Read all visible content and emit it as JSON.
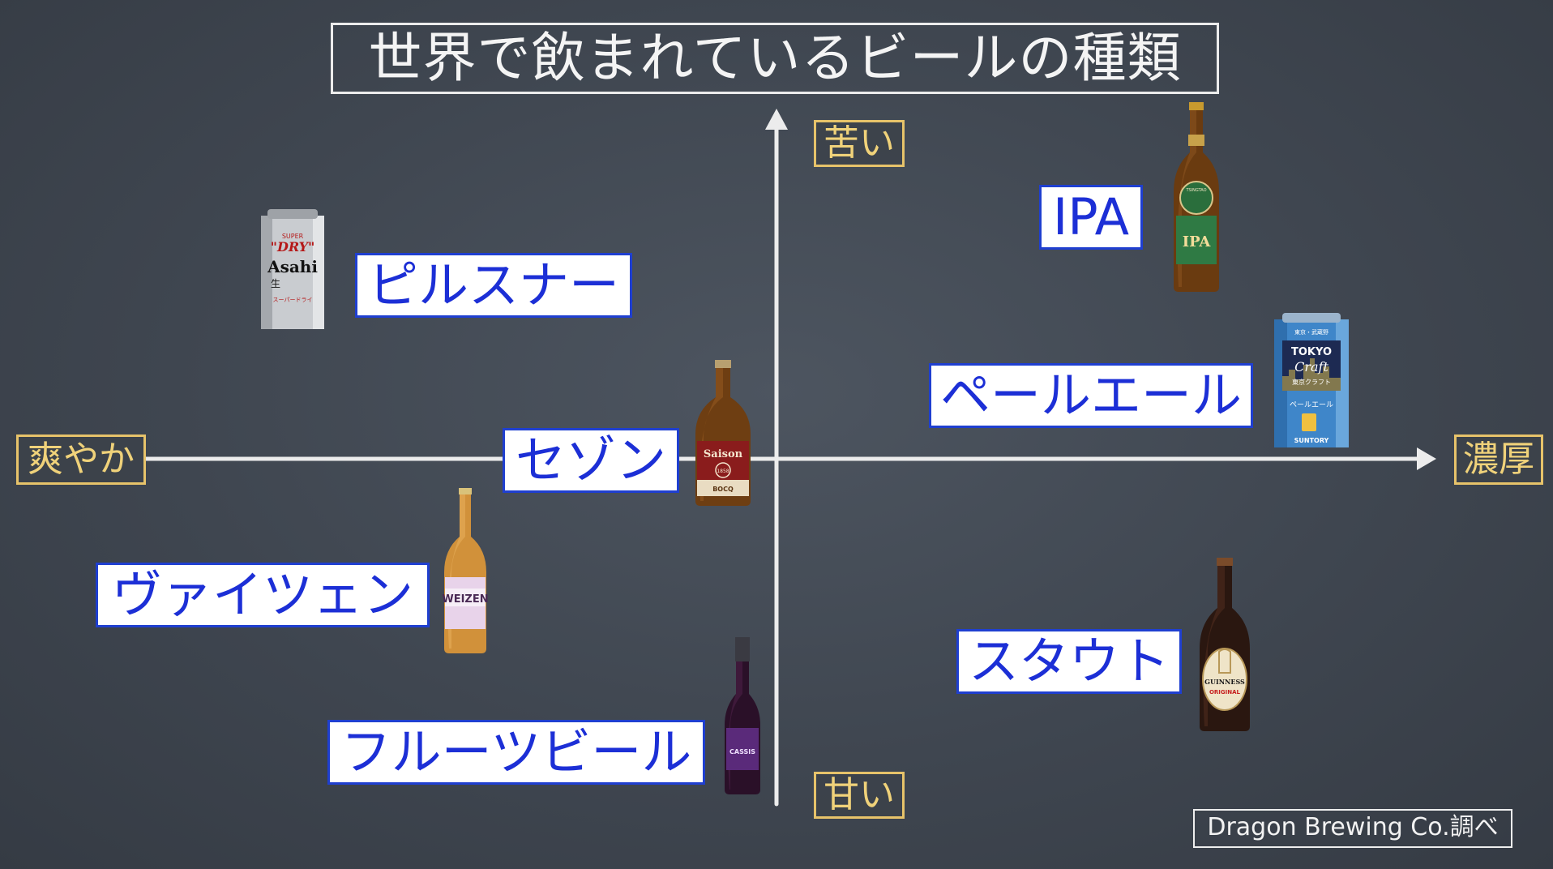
{
  "title": "世界で飲まれているビールの種類",
  "axes": {
    "top": "苦い",
    "bottom": "甘い",
    "left": "爽やか",
    "right": "濃厚"
  },
  "beers": {
    "pilsner": "ピルスナー",
    "ipa": "IPA",
    "pale_ale": "ペールエール",
    "saison": "セゾン",
    "weizen": "ヴァイツェン",
    "stout": "スタウト",
    "fruit_beer": "フルーツビール"
  },
  "product_text": {
    "asahi_super": "SUPER",
    "asahi_dry": "\"DRY\"",
    "asahi_brand": "Asahi",
    "asahi_kanji": "生",
    "asahi_jp": "スーパードライ",
    "tsingtao_brand": "TSINGTAO",
    "tsingtao_ipa": "IPA",
    "tokyo_top": "東京・武蔵野",
    "tokyo_word": "TOKYO",
    "tokyo_craft": "Craft",
    "tokyo_jp": "東京クラフト",
    "tokyo_style": "ペールエール",
    "suntory": "SUNTORY",
    "saison_name": "Saison",
    "saison_year": "1858",
    "saison_maker": "BOCQ",
    "weizen_label": "WEIZEN",
    "cassis_label": "CASSIS",
    "guinness_label": "GUINNESS",
    "guinness_original": "ORIGINAL"
  },
  "source": "Dragon Brewing Co.調べ",
  "colors": {
    "board": "#3f4650",
    "chalk": "#ececec",
    "axis_label": "#f0d27a",
    "beer_label_text": "#1c2fd6",
    "beer_label_border": "#1f3fd0"
  }
}
